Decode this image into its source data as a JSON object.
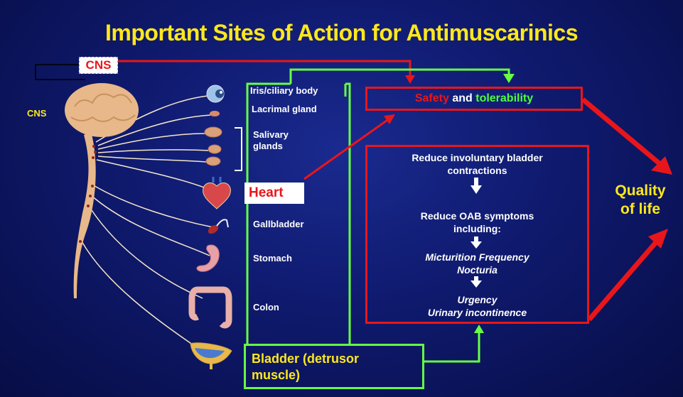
{
  "title": "Important Sites of Action for Antimuscarinics",
  "cns_top": "CNS",
  "cns_left": "CNS",
  "organs": {
    "iris": "Iris/ciliary body",
    "lacrimal": "Lacrimal gland",
    "salivary_1": "Salivary",
    "salivary_2": "glands",
    "heart": "Heart",
    "gallbladder": "Gallbladder",
    "stomach": "Stomach",
    "colon": "Colon",
    "bladder_1": "Bladder (detrusor",
    "bladder_2": "muscle)"
  },
  "safety": {
    "part1": "Safety",
    "part2": " and ",
    "part3": "tolerability"
  },
  "effects": {
    "line1": "Reduce involuntary bladder",
    "line2": "contractions",
    "line3": "Reduce OAB symptoms",
    "line4": "including:",
    "line5": "Micturition Frequency",
    "line6": "Nocturia",
    "line7": "Urgency",
    "line8": "Urinary incontinence"
  },
  "quality_1": "Quality",
  "quality_2": "of life",
  "colors": {
    "background": "#0f1a6e",
    "title": "#ffe81a",
    "red": "#e8161b",
    "green": "#66ff44",
    "white": "#ffffff"
  },
  "icons": [
    "brain-icon",
    "eye-icon",
    "lacrimal-gland-icon",
    "salivary-gland-icon",
    "heart-icon",
    "gallbladder-icon",
    "stomach-icon",
    "colon-icon",
    "bladder-icon"
  ]
}
